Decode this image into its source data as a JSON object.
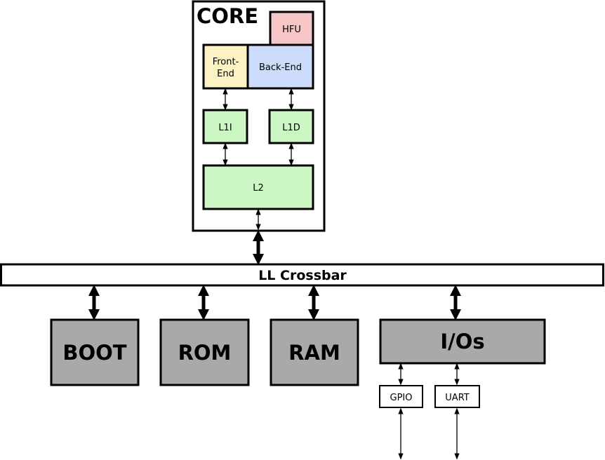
{
  "core": {
    "title": "CORE",
    "hfu": "HFU",
    "frontend_line1": "Front-",
    "frontend_line2": "End",
    "backend": "Back-End",
    "l1i": "L1I",
    "l1d": "L1D",
    "l2": "L2"
  },
  "crossbar": {
    "label": "LL Crossbar"
  },
  "peripherals": {
    "boot": "BOOT",
    "rom": "ROM",
    "ram": "RAM",
    "ios": "I/Os"
  },
  "io_children": {
    "gpio": "GPIO",
    "uart": "UART"
  },
  "colors": {
    "hfu": "#f6c6c8",
    "frontend": "#fdf2c4",
    "backend": "#cddcfb",
    "cache": "#ccf7c4",
    "peripheral": "#a9a9a9",
    "stroke": "#000000"
  }
}
